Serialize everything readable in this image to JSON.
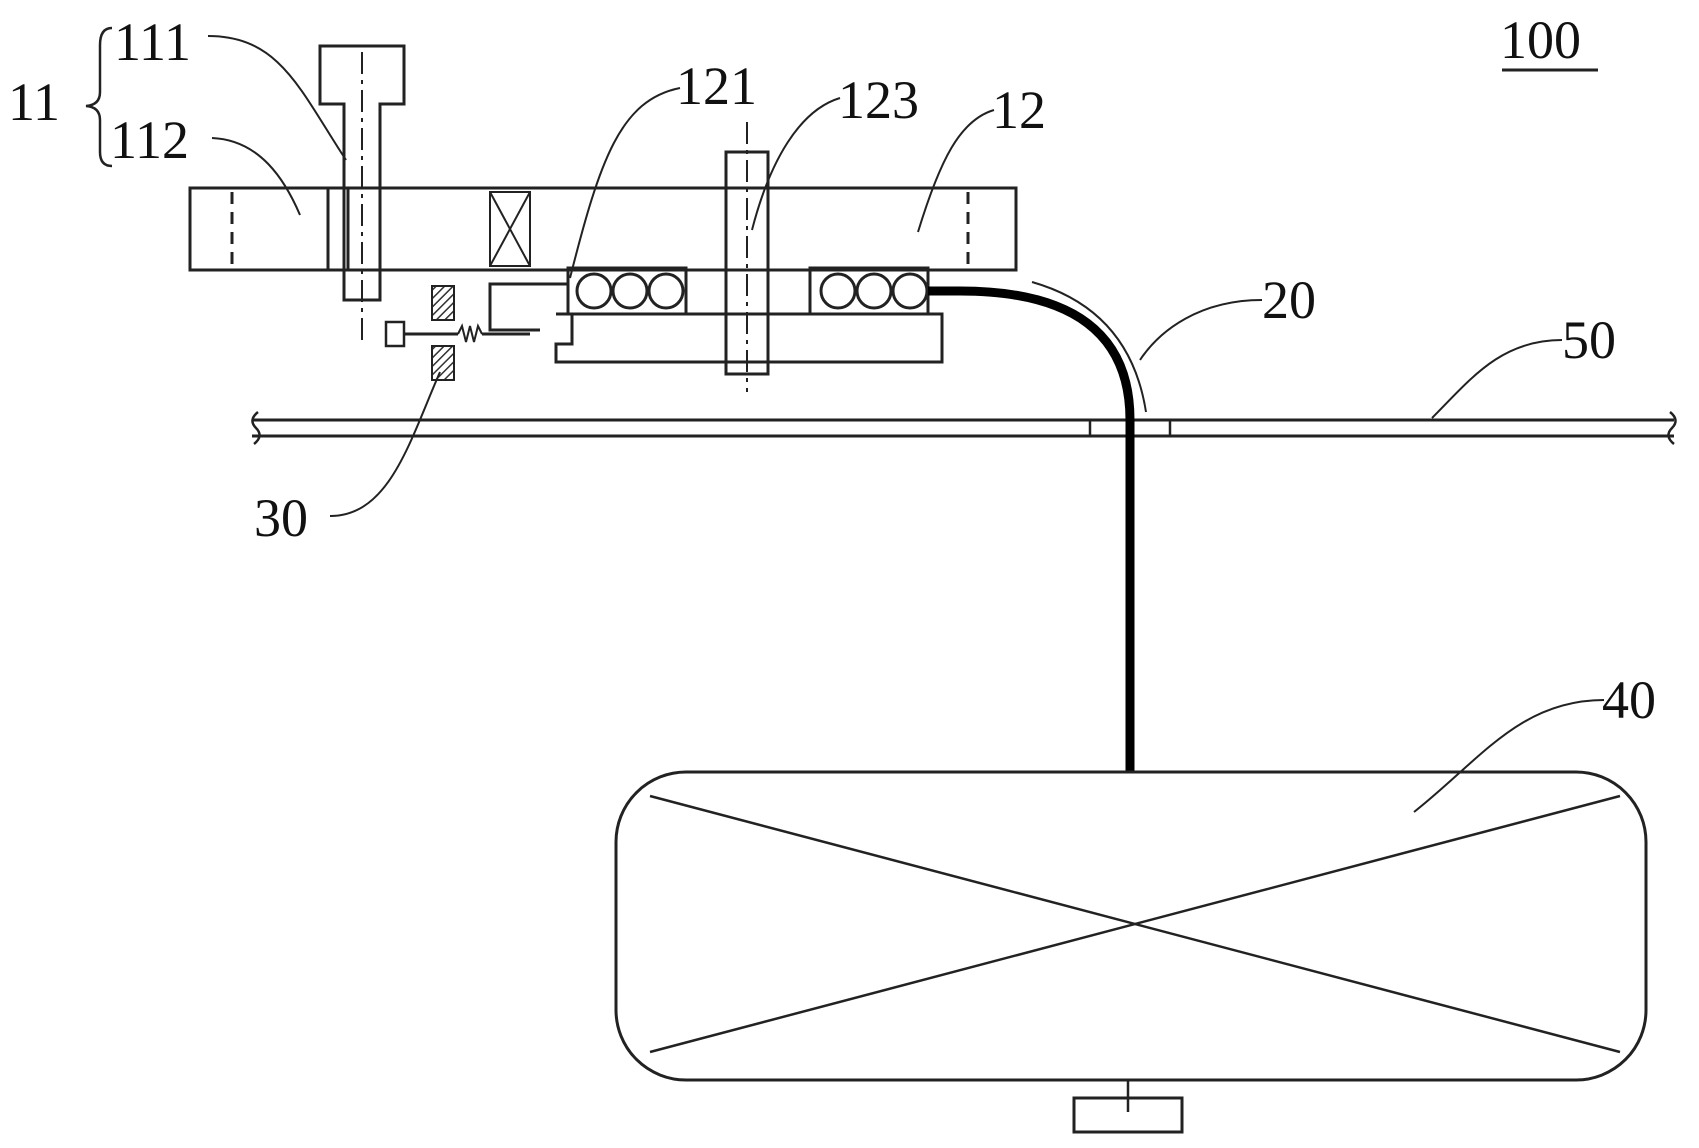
{
  "figure": {
    "title_ref": "100",
    "labels": {
      "l11": "11",
      "l111": "111",
      "l112": "112",
      "l121": "121",
      "l123": "123",
      "l12": "12",
      "l20": "20",
      "l50": "50",
      "l30": "30",
      "l40": "40"
    }
  },
  "colors": {
    "line": "#222222",
    "hose": "#000000",
    "hatch": "#333333",
    "background": "#ffffff"
  }
}
